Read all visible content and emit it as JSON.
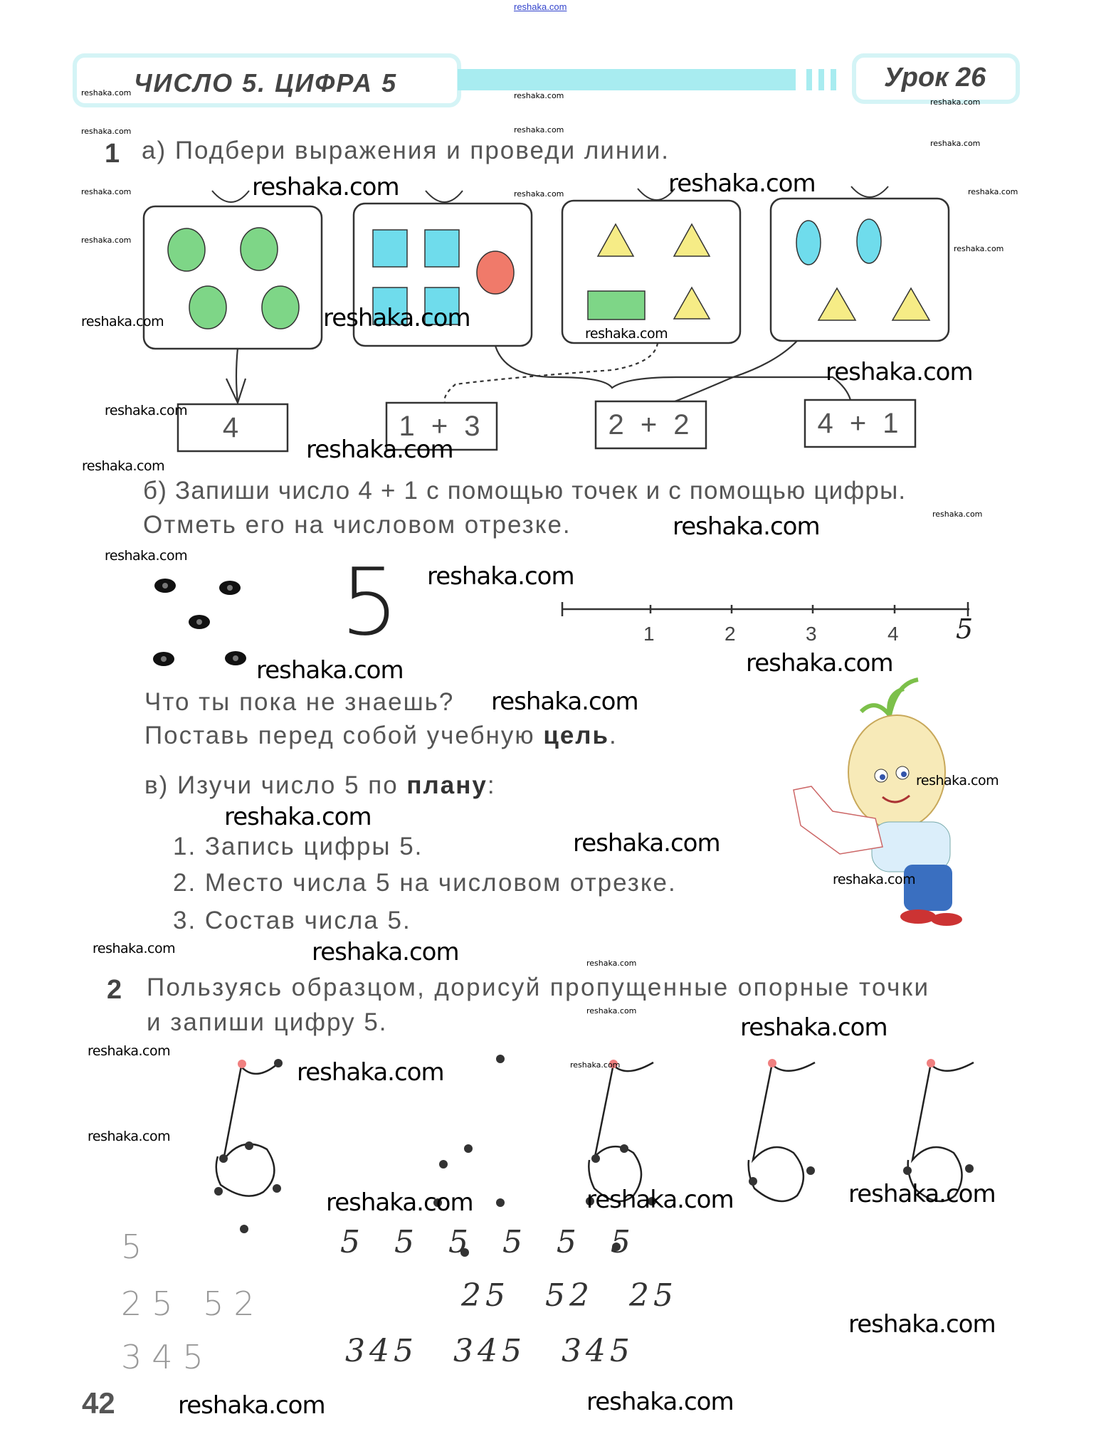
{
  "site_link": "reshaka.com",
  "header": {
    "title": "ЧИСЛО 5. ЦИФРА 5",
    "lesson": "Урок 26",
    "accent_color": "#a8ecf0"
  },
  "task1": {
    "number": "1",
    "a_text": "а) Подбери выражения и проведи линии.",
    "answers": [
      "4",
      "1 + 3",
      "2 + 2",
      "4 + 1"
    ],
    "b_text_line1": "б) Запиши число 4 + 1 с помощью точек и с помощью цифры.",
    "b_text_line2": "Отметь его на числовом отрезке.",
    "written_digit": "5",
    "number_line": {
      "ticks": [
        "1",
        "2",
        "3",
        "4"
      ],
      "end_label": "5"
    },
    "question": "Что ты пока не знаешь?",
    "goal_prefix": "Поставь перед собой учебную ",
    "goal_bold": "цель",
    "goal_suffix": ".",
    "v_prefix": "в) Изучи число 5 по ",
    "v_bold": "плану",
    "v_suffix": ":",
    "plan": [
      "1. Запись цифры 5.",
      "2. Место числа 5 на числовом отрезке.",
      "3. Состав числа 5."
    ]
  },
  "task2": {
    "number": "2",
    "line1": "Пользуясь образцом, дорисуй пропущенные опорные точки",
    "line2": "и запиши цифру 5.",
    "rows": [
      {
        "sample": "5",
        "written": "5 5 5 5 5 5"
      },
      {
        "sample": "25 52",
        "written": "25 52 25"
      },
      {
        "sample": "345",
        "written": "345 345 345"
      }
    ]
  },
  "page_number": "42",
  "watermark": "reshaka.com"
}
